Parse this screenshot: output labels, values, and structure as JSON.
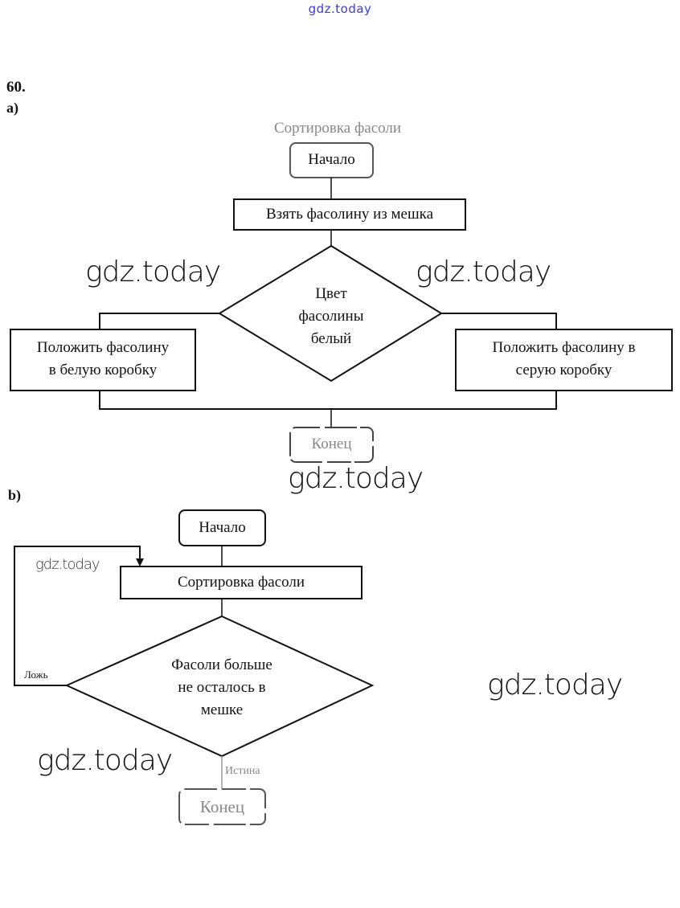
{
  "watermark": "gdz.today",
  "watermark_color": "#3b3bd6",
  "task_number": "60.",
  "part_a": {
    "label": "a)",
    "title": "Сортировка фасоли",
    "start": "Начало",
    "step": "Взять фасолину из мешка",
    "decision": [
      "Цвет",
      "фасолины",
      "белый"
    ],
    "left_action": [
      "Положить фасолину",
      "в белую коробку"
    ],
    "right_action": [
      "Положить фасолину в",
      "серую коробку"
    ],
    "end": "Конец"
  },
  "part_b": {
    "label": "b)",
    "start": "Начало",
    "step": "Сортировка фасоли",
    "decision": [
      "Фасоли больше",
      "не осталось в",
      "мешке"
    ],
    "false_label": "Ложь",
    "true_label": "Истина",
    "end": "Конец"
  }
}
